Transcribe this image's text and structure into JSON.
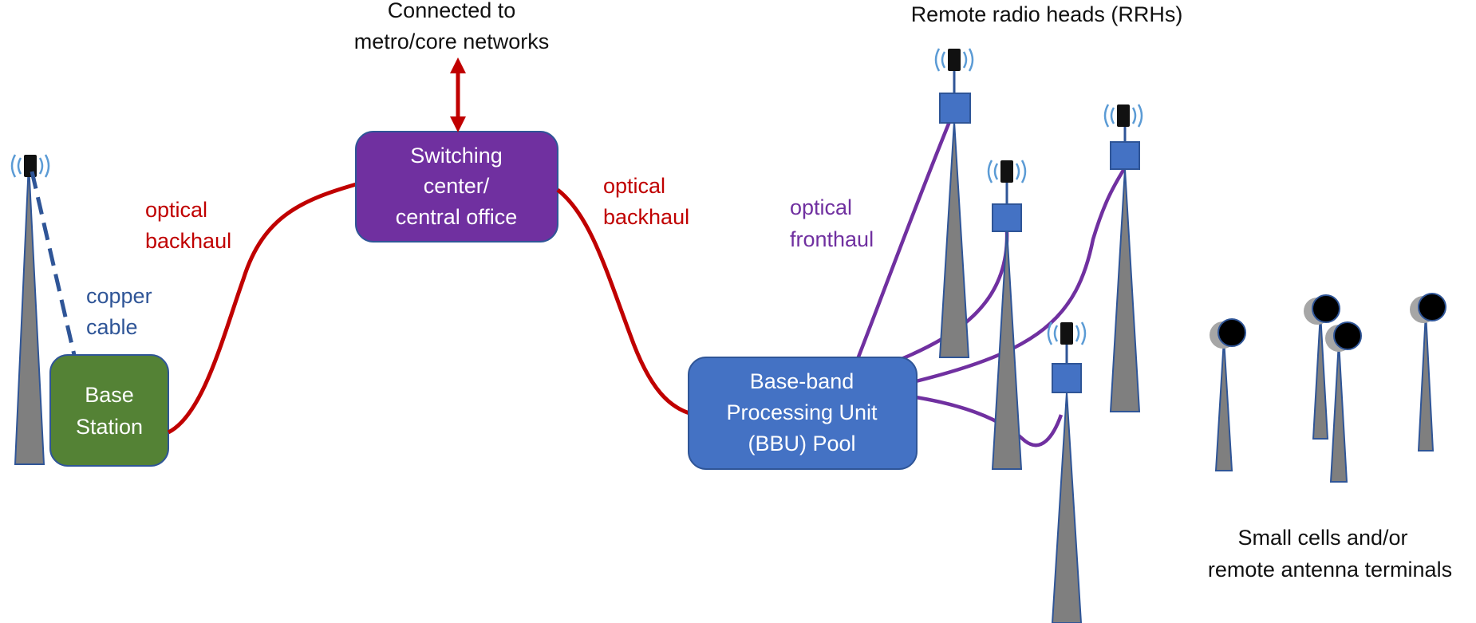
{
  "labels": {
    "connected_line1": "Connected to",
    "connected_line2": "metro/core networks",
    "rrh_title": "Remote radio heads (RRHs)",
    "optical_backhaul_left_line1": "optical",
    "optical_backhaul_left_line2": "backhaul",
    "optical_backhaul_right_line1": "optical",
    "optical_backhaul_right_line2": "backhaul",
    "optical_fronthaul_line1": "optical",
    "optical_fronthaul_line2": "fronthaul",
    "copper_cable_line1": "copper",
    "copper_cable_line2": "cable",
    "small_cells_line1": "Small cells and/or",
    "small_cells_line2": "remote antenna terminals"
  },
  "boxes": {
    "switching_center_line1": "Switching",
    "switching_center_line2": "center/",
    "switching_center_line3": "central office",
    "base_station_line1": "Base",
    "base_station_line2": "Station",
    "bbu_line1": "Base-band",
    "bbu_line2": "Processing Unit",
    "bbu_line3": "(BBU) Pool"
  },
  "colors": {
    "backhaul": "#c00000",
    "fronthaul": "#7030a0",
    "copper": "#2f5597",
    "switching_center": "#7030a0",
    "base_station": "#548235",
    "bbu_pool": "#4472c4",
    "rrh_unit": "#4472c4",
    "tower": "#7f7f7f"
  }
}
